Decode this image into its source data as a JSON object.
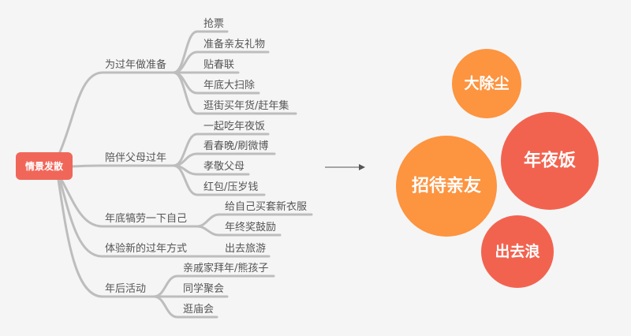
{
  "root": {
    "label": "情景发散",
    "color": "#f0675a"
  },
  "branches": [
    {
      "label": "为过年做准备",
      "children": [
        "抢票",
        "准备亲友礼物",
        "贴春联",
        "年底大扫除",
        "逛街买年货/赶年集"
      ]
    },
    {
      "label": "陪伴父母过年",
      "children": [
        "一起吃年夜饭",
        "看春晚/刷微博",
        "孝敬父母",
        "红包/压岁钱"
      ]
    },
    {
      "label": "年底犒劳一下自己",
      "children": [
        "给自己买套新衣服",
        "年终奖鼓励"
      ]
    },
    {
      "label": "体验新的过年方式",
      "children": [
        "出去旅游"
      ]
    },
    {
      "label": "年后活动",
      "children": [
        "亲戚家拜年/熊孩子",
        "同学聚会",
        "逛庙会"
      ]
    }
  ],
  "bubbles": [
    {
      "label": "大除尘",
      "color": "#fd9440"
    },
    {
      "label": "年夜饭",
      "color": "#f2634f"
    },
    {
      "label": "招待亲友",
      "color": "#fd9440"
    },
    {
      "label": "出去浪",
      "color": "#f2634f"
    }
  ]
}
